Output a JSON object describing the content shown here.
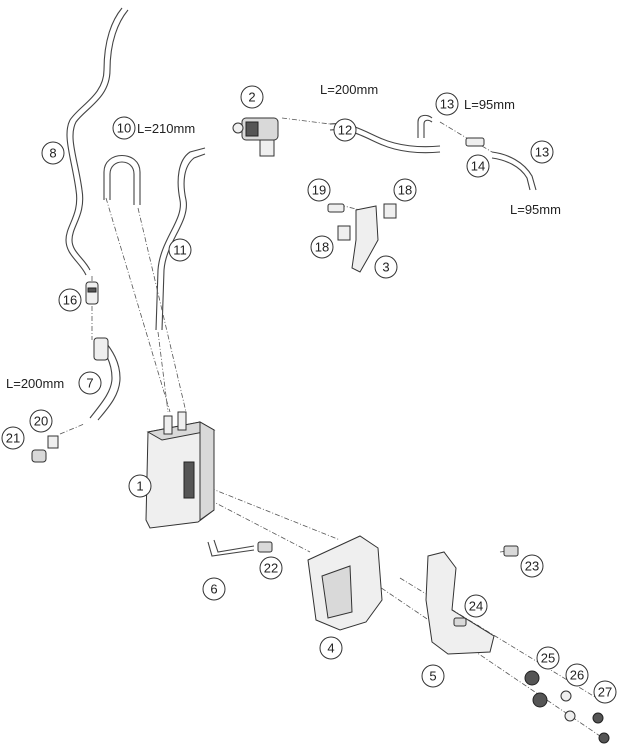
{
  "callouts": [
    {
      "id": "c1",
      "label": "1"
    },
    {
      "id": "c2",
      "label": "2"
    },
    {
      "id": "c3",
      "label": "3"
    },
    {
      "id": "c4",
      "label": "4"
    },
    {
      "id": "c5",
      "label": "5"
    },
    {
      "id": "c6",
      "label": "6"
    },
    {
      "id": "c7",
      "label": "7"
    },
    {
      "id": "c8",
      "label": "8"
    },
    {
      "id": "c10",
      "label": "10"
    },
    {
      "id": "c11",
      "label": "11"
    },
    {
      "id": "c12",
      "label": "12"
    },
    {
      "id": "c13a",
      "label": "13"
    },
    {
      "id": "c13b",
      "label": "13"
    },
    {
      "id": "c14",
      "label": "14"
    },
    {
      "id": "c16",
      "label": "16"
    },
    {
      "id": "c18a",
      "label": "18"
    },
    {
      "id": "c18b",
      "label": "18"
    },
    {
      "id": "c19",
      "label": "19"
    },
    {
      "id": "c20",
      "label": "20"
    },
    {
      "id": "c21",
      "label": "21"
    },
    {
      "id": "c22",
      "label": "22"
    },
    {
      "id": "c23",
      "label": "23"
    },
    {
      "id": "c24",
      "label": "24"
    },
    {
      "id": "c25",
      "label": "25"
    },
    {
      "id": "c26",
      "label": "26"
    },
    {
      "id": "c27",
      "label": "27"
    }
  ],
  "lengths": {
    "hose_10": "L=210mm",
    "hose_12": "L=200mm",
    "hose_13_top": "L=95mm",
    "hose_13_bottom": "L=95mm",
    "hose_7": "L=200mm"
  }
}
